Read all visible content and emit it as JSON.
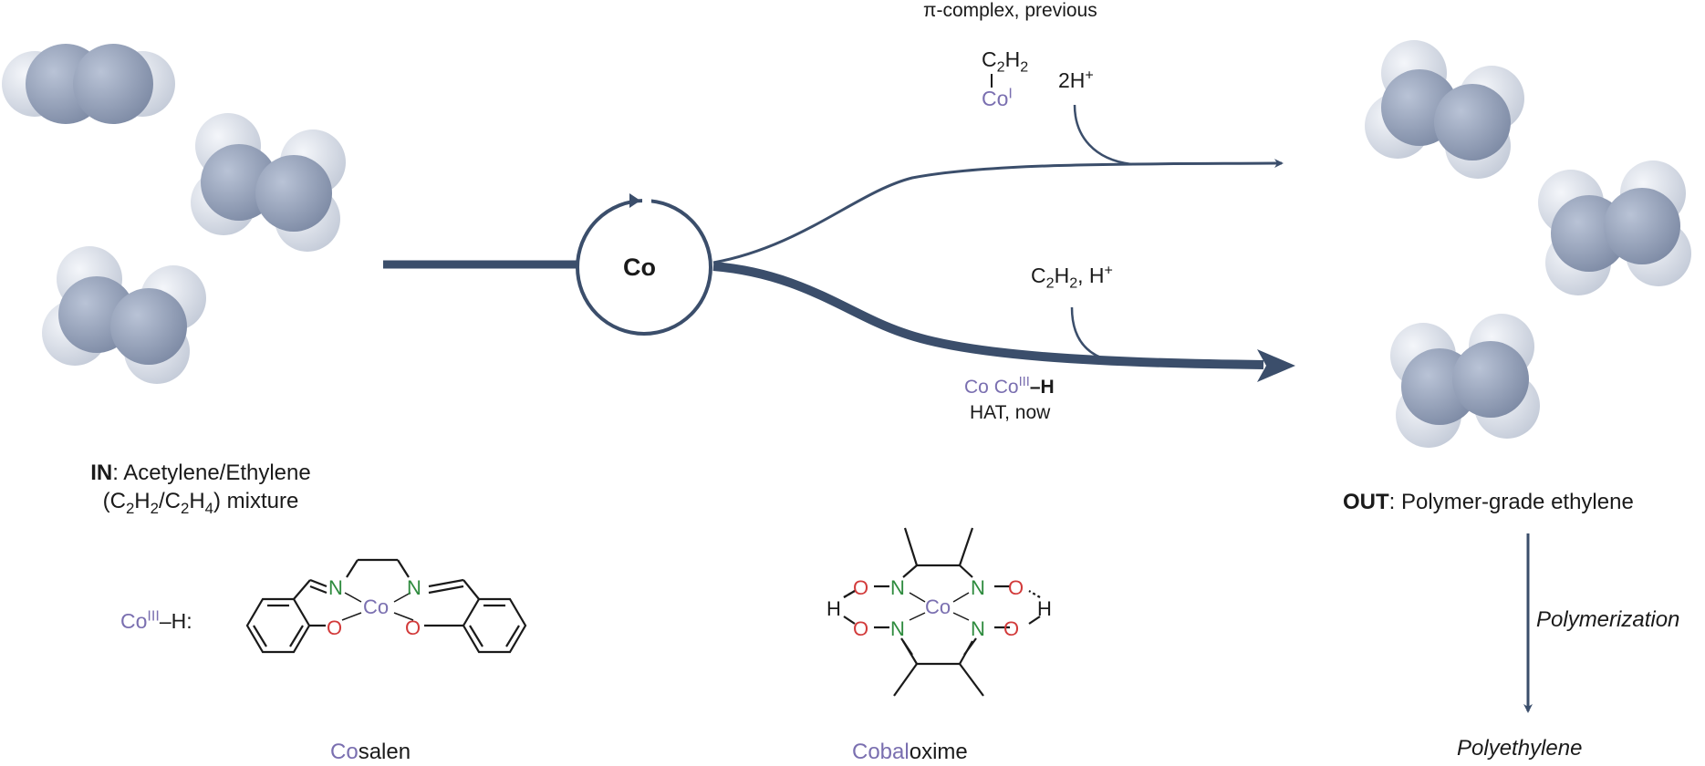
{
  "catalyst": {
    "label": "Co"
  },
  "top_path": {
    "caption": "π-complex, previous",
    "species_top": "C2H2",
    "species_bottom": "Co",
    "species_bottom_sup": "I",
    "reagent": "2H",
    "reagent_sup": "+"
  },
  "bottom_path": {
    "reagent": "C2H2, H",
    "reagent_sup": "+",
    "species_prefix": "Co",
    "species_co": "Co",
    "species_sup": "III",
    "species_suffix": "–H",
    "caption": "HAT, now"
  },
  "input": {
    "bold": "IN",
    "line1": ": Acetylene/Ethylene",
    "line2_open": "(C",
    "line2_sub1": "2",
    "line2_h": "H",
    "line2_sub2": "2",
    "line2_slash": "/C",
    "line2_sub3": "2",
    "line2_h2": "H",
    "line2_sub4": "4",
    "line2_close": ") mixture"
  },
  "output": {
    "bold": "OUT",
    "text": ": Polymer-grade ethylene"
  },
  "polymerization": {
    "step": "Polymerization",
    "product": "Polyethylene"
  },
  "cosalen": {
    "prefix_co": "Co",
    "prefix_sup": "III",
    "prefix_rest": "–H:",
    "name_colored": "Co",
    "name_rest": "salen",
    "atoms": {
      "n": "N",
      "o": "O",
      "co": "Co"
    }
  },
  "cobaloxime": {
    "name_colored": "Cobal",
    "name_rest": "oxime",
    "atoms": {
      "n": "N",
      "o": "O",
      "h": "H",
      "co": "Co"
    }
  },
  "colors": {
    "arrow": "#3b4e6b",
    "cobalt": "#7a6fb0",
    "nitrogen": "#2e8b3e",
    "oxygen": "#d23a3a",
    "molecule": "#8391ab"
  }
}
